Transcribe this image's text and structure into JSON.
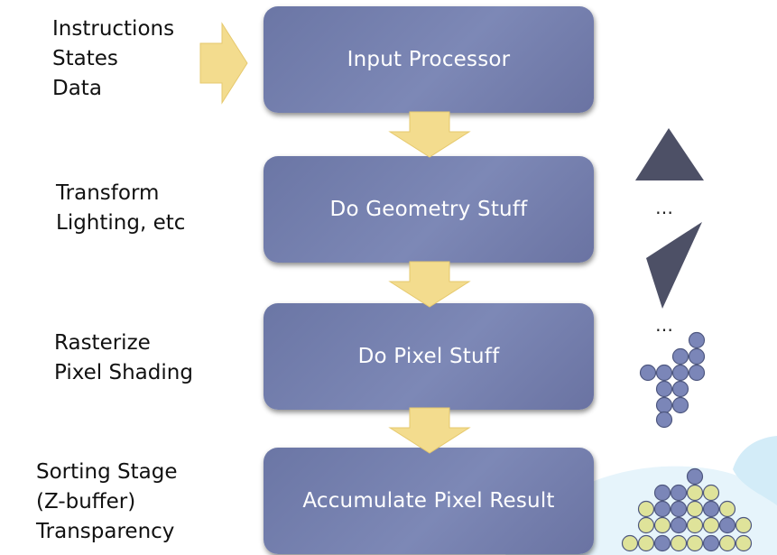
{
  "stages": [
    {
      "label": "Input Processor"
    },
    {
      "label": "Do Geometry Stuff"
    },
    {
      "label": "Do Pixel Stuff"
    },
    {
      "label": "Accumulate Pixel Result"
    }
  ],
  "notes": {
    "input": [
      "Instructions",
      "States",
      "Data"
    ],
    "geometry": [
      "Transform",
      "Lighting, etc"
    ],
    "pixel": [
      "Rasterize",
      "Pixel Shading"
    ],
    "accumulate": [
      "Sorting Stage",
      "(Z-buffer)",
      "Transparency"
    ]
  },
  "ellipsis": [
    "…",
    "…"
  ],
  "colors": {
    "stage": "#7680ae",
    "arrow": "#f3dc8e",
    "triangle": "#4d5066",
    "dot_blue": "#7b86b8",
    "dot_yellow": "#dfe39a",
    "arc": "#e4f3fb"
  }
}
